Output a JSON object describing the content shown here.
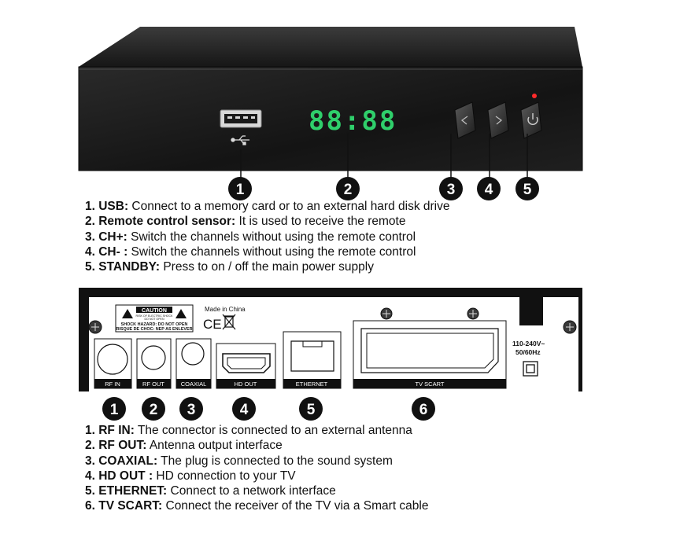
{
  "display": {
    "digits": "88:88"
  },
  "rear_labels": {
    "caution_title": "CAUTION",
    "caution_sub1": "RISK OF ELECTRIC SHOCK",
    "caution_sub2": "DO NOT OPEN",
    "caution_line1": "SHOCK HAZARD: DO NOT OPEN",
    "caution_line2": "RISQUE DE CHOC: NEP AS ENLEVER",
    "made_in": "Made in China",
    "ce_mark": "CE",
    "power_rating_1": "110-240V~",
    "power_rating_2": "50/60Hz",
    "ports": [
      "RF IN",
      "RF OUT",
      "COAXIAL",
      "HD OUT",
      "ETHERNET",
      "TV SCART"
    ]
  },
  "front_markers": [
    "1",
    "2",
    "3",
    "4",
    "5"
  ],
  "rear_markers": [
    "1",
    "2",
    "3",
    "4",
    "5",
    "6"
  ],
  "front_descriptions": [
    {
      "key": "1. USB:",
      "text": " Connect to a memory card or to an external hard disk drive"
    },
    {
      "key": "2. Remote control sensor:",
      "text": " It is used to receive the remote"
    },
    {
      "key": "3. CH+:",
      "text": " Switch the channels without using the remote control"
    },
    {
      "key": "4. CH- :",
      "text": " Switch the channels without using the remote control"
    },
    {
      "key": "5. STANDBY:",
      "text": " Press to on / off the main power supply"
    }
  ],
  "rear_descriptions": [
    {
      "key": "1. RF IN:",
      "text": " The connector is connected to an external antenna"
    },
    {
      "key": "2. RF OUT:",
      "text": " Antenna output interface"
    },
    {
      "key": "3. COAXIAL:",
      "text": " The plug is connected to the sound system"
    },
    {
      "key": "4. HD OUT :",
      "text": " HD connection to your TV"
    },
    {
      "key": "5. ETHERNET:",
      "text": " Connect to a network interface"
    },
    {
      "key": "6. TV SCART:",
      "text": " Connect the receiver of the TV via a Smart cable"
    }
  ]
}
